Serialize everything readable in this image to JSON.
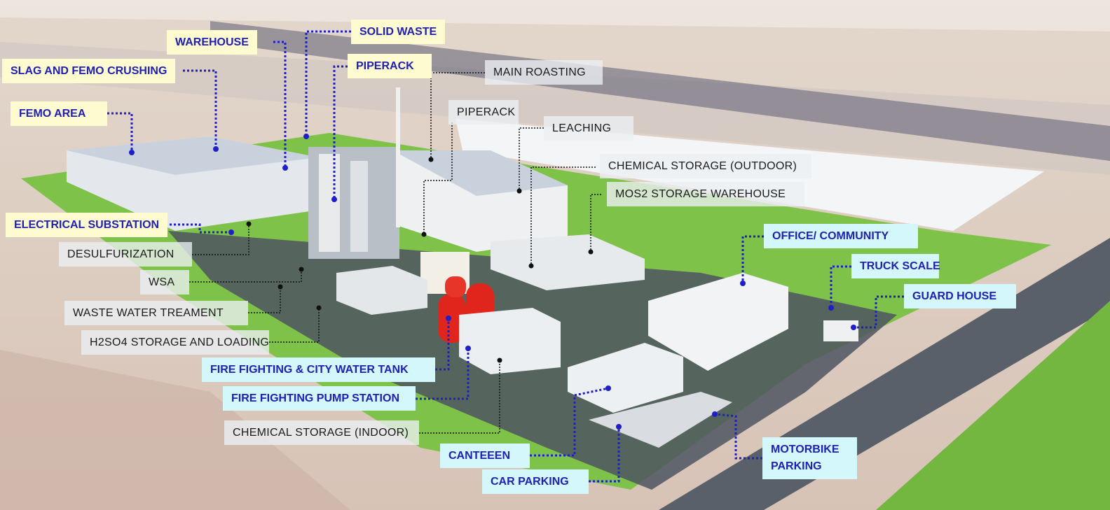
{
  "labels": {
    "warehouse": "WAREHOUSE",
    "solid_waste": "SOLID WASTE",
    "slag_femo_crushing": "SLAG AND FEMO CRUSHING",
    "piperack_primary": "PIPERACK",
    "femo_area": "FEMO AREA",
    "electrical_substation": "ELECTRICAL SUBSTATION",
    "main_roasting": "MAIN ROASTING",
    "piperack_secondary": "PIPERACK",
    "leaching": "LEACHING",
    "chemical_storage_outdoor": "CHEMICAL STORAGE (OUTDOOR)",
    "mos2_storage_warehouse": "MOS2 STORAGE WAREHOUSE",
    "desulfurization": "DESULFURIZATION",
    "wsa": "WSA",
    "waste_water_treatment": "WASTE WATER TREAMENT",
    "h2so4_storage_loading": "H2SO4 STORAGE AND LOADING",
    "chemical_storage_indoor": "CHEMICAL STORAGE (INDOOR)",
    "office_community": "OFFICE/ COMMUNITY",
    "truck_scale": "TRUCK SCALE",
    "guard_house": "GUARD HOUSE",
    "fire_water_tank": "FIRE FIGHTING & CITY WATER TANK",
    "fire_pump_station": "FIRE FIGHTING PUMP STATION",
    "canteen": "CANTEEEN",
    "motorbike_parking_line1": "MOTORBIKE",
    "motorbike_parking_line2": "PARKING",
    "car_parking": "CAR PARKING"
  },
  "colors": {
    "blue_leader": "#1f1fc8",
    "black_leader": "#111111",
    "yellow_label": "#fdfbcf",
    "cyan_label": "#d3f7fb",
    "lawn": "#7fc24a",
    "building": "#e9ecef",
    "tank_red": "#e0261c"
  }
}
